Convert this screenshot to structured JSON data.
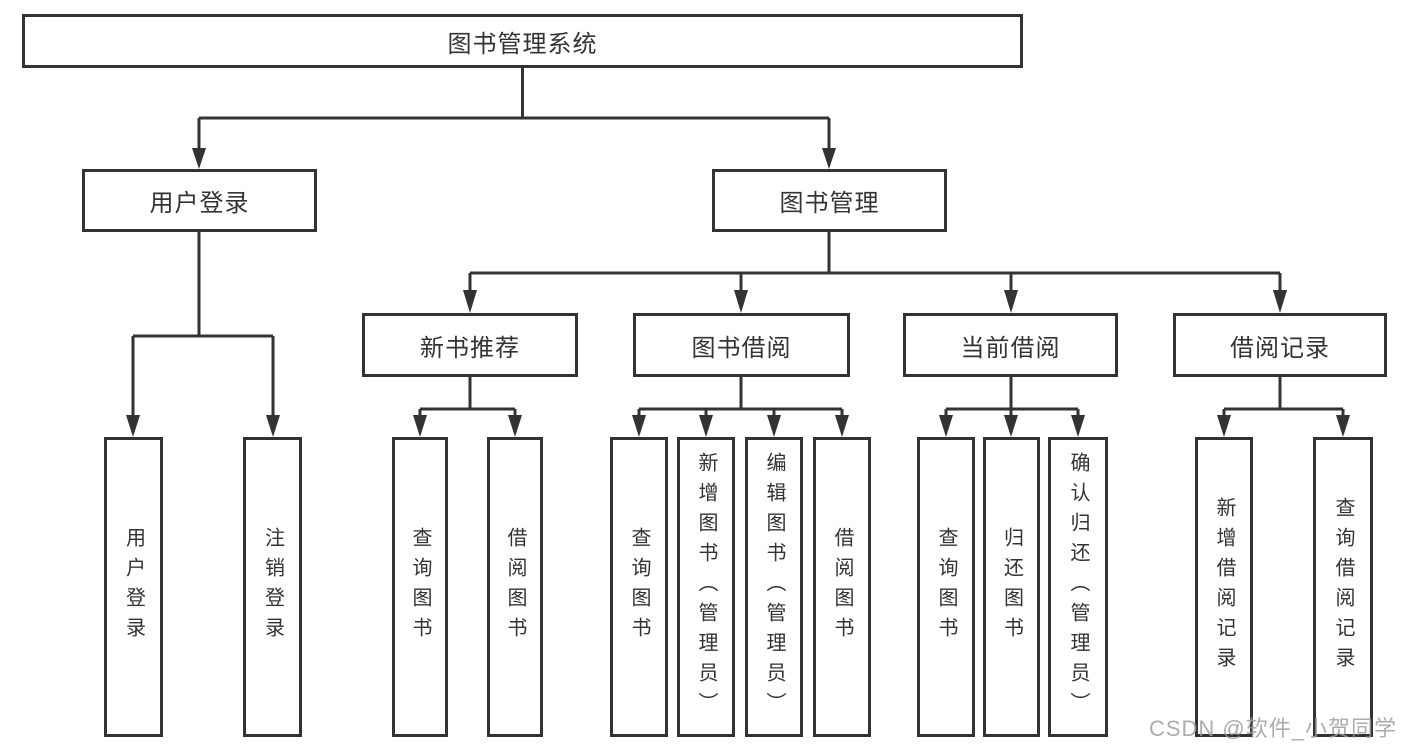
{
  "tree": {
    "label": "图书管理系统",
    "children": [
      {
        "label": "用户登录",
        "children": [
          {
            "label": "用户登录"
          },
          {
            "label": "注销登录"
          }
        ]
      },
      {
        "label": "图书管理",
        "children": [
          {
            "label": "新书推荐",
            "children": [
              {
                "label": "查询图书"
              },
              {
                "label": "借阅图书"
              }
            ]
          },
          {
            "label": "图书借阅",
            "children": [
              {
                "label": "查询图书"
              },
              {
                "label": "新增图书（管理员）"
              },
              {
                "label": "编辑图书（管理员）"
              },
              {
                "label": "借阅图书"
              }
            ]
          },
          {
            "label": "当前借阅",
            "children": [
              {
                "label": "查询图书"
              },
              {
                "label": "归还图书"
              },
              {
                "label": "确认归还（管理员）"
              }
            ]
          },
          {
            "label": "借阅记录",
            "children": [
              {
                "label": "新增借阅记录"
              },
              {
                "label": "查询借阅记录"
              }
            ]
          }
        ]
      }
    ]
  },
  "watermark": {
    "text": "CSDN @软件_小贺同学"
  },
  "colors": {
    "line": "#333333",
    "text": "#333333",
    "background": "#ffffff",
    "watermark": "#9e9e9e"
  }
}
